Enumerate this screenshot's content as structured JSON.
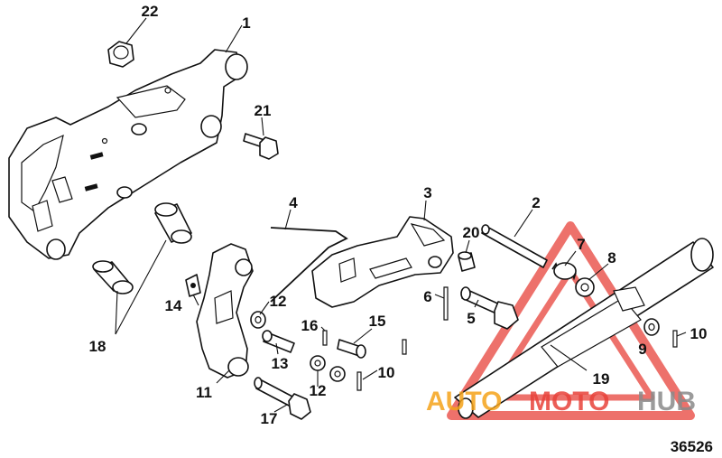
{
  "figure_number": "36526",
  "watermark": {
    "part1": "AUTO",
    "part2": "MOTO",
    "part3": "HUB",
    "color_orange": "#f5a31a",
    "color_red": "#e8423a",
    "color_gray": "#8a8a8a"
  },
  "callouts": [
    {
      "id": "c1",
      "text": "1"
    },
    {
      "id": "c2",
      "text": "2"
    },
    {
      "id": "c3",
      "text": "3"
    },
    {
      "id": "c4",
      "text": "4"
    },
    {
      "id": "c5",
      "text": "5"
    },
    {
      "id": "c6",
      "text": "6"
    },
    {
      "id": "c7",
      "text": "7"
    },
    {
      "id": "c8",
      "text": "8"
    },
    {
      "id": "c9",
      "text": "9"
    },
    {
      "id": "c10a",
      "text": "10"
    },
    {
      "id": "c10b",
      "text": "10"
    },
    {
      "id": "c11",
      "text": "11"
    },
    {
      "id": "c12a",
      "text": "12"
    },
    {
      "id": "c12b",
      "text": "12"
    },
    {
      "id": "c13",
      "text": "13"
    },
    {
      "id": "c14",
      "text": "14"
    },
    {
      "id": "c15",
      "text": "15"
    },
    {
      "id": "c16",
      "text": "16"
    },
    {
      "id": "c17",
      "text": "17"
    },
    {
      "id": "c18",
      "text": "18"
    },
    {
      "id": "c19",
      "text": "19"
    },
    {
      "id": "c20",
      "text": "20"
    },
    {
      "id": "c21",
      "text": "21"
    },
    {
      "id": "c22",
      "text": "22"
    }
  ]
}
